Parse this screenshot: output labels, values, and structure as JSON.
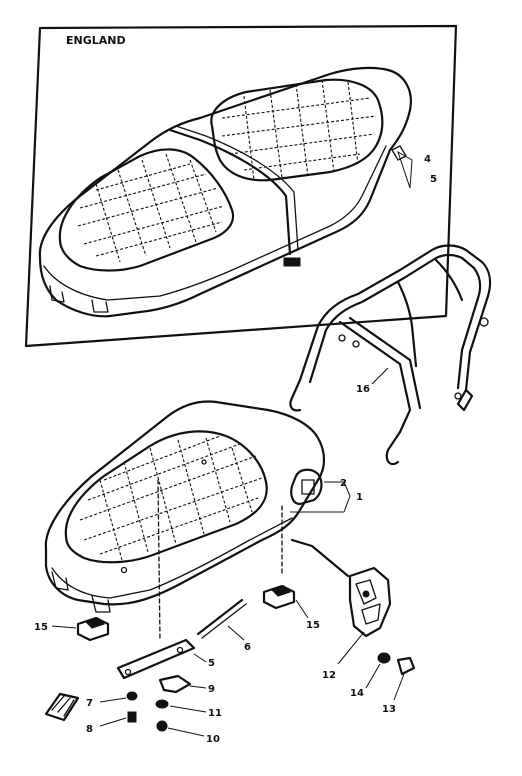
{
  "inset": {
    "label": "ENGLAND"
  },
  "callouts": [
    {
      "id": "c1",
      "text": "1"
    },
    {
      "id": "c2",
      "text": "2"
    },
    {
      "id": "c4",
      "text": "4"
    },
    {
      "id": "c5top",
      "text": "5"
    },
    {
      "id": "c5",
      "text": "5"
    },
    {
      "id": "c6",
      "text": "6"
    },
    {
      "id": "c7",
      "text": "7"
    },
    {
      "id": "c8",
      "text": "8"
    },
    {
      "id": "c9",
      "text": "9"
    },
    {
      "id": "c10",
      "text": "10"
    },
    {
      "id": "c11",
      "text": "11"
    },
    {
      "id": "c12",
      "text": "12"
    },
    {
      "id": "c13",
      "text": "13"
    },
    {
      "id": "c14",
      "text": "14"
    },
    {
      "id": "c15",
      "text": "15"
    },
    {
      "id": "c15b",
      "text": "15"
    },
    {
      "id": "c16",
      "text": "16"
    }
  ]
}
